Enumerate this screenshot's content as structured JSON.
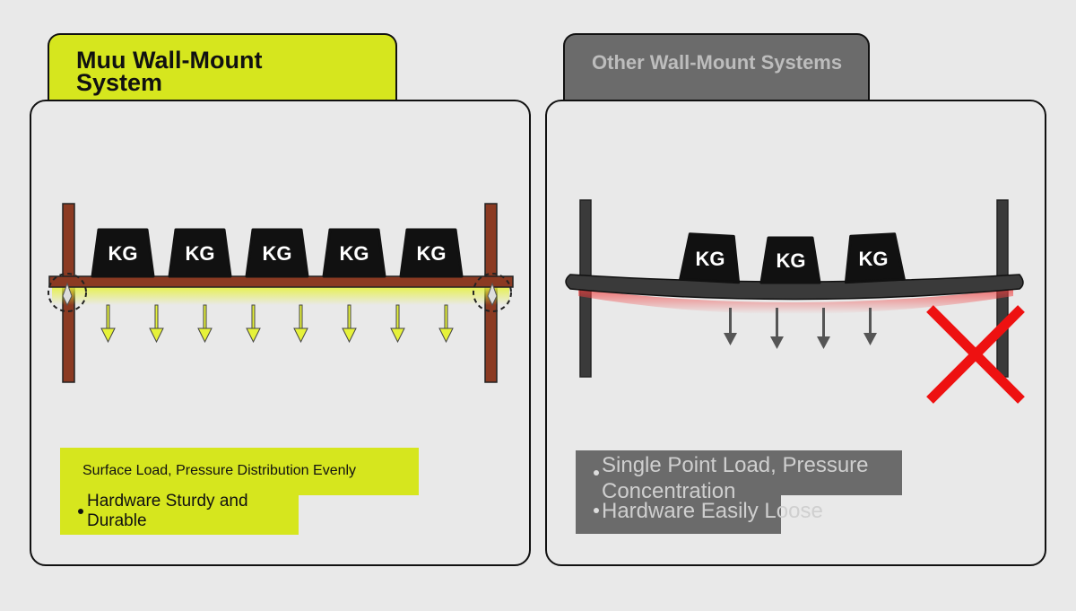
{
  "left": {
    "title": "Muu Wall-Mount System",
    "caption_line": "Surface Load, Pressure Distribution Evenly",
    "bullet": "Hardware Sturdy and Durable",
    "weight_label": "KG",
    "accent_color": "#d6e61e",
    "shelf_color": "#8b3a22"
  },
  "right": {
    "title": "Other Wall-Mount Systems",
    "bullet_1": "Single Point Load, Pressure Concentration",
    "bullet_2": "Hardware Easily Loose",
    "weight_label": "KG",
    "shelf_color": "#3a3a3a",
    "stress_color": "#f04040",
    "cross_color": "#ee1111"
  }
}
